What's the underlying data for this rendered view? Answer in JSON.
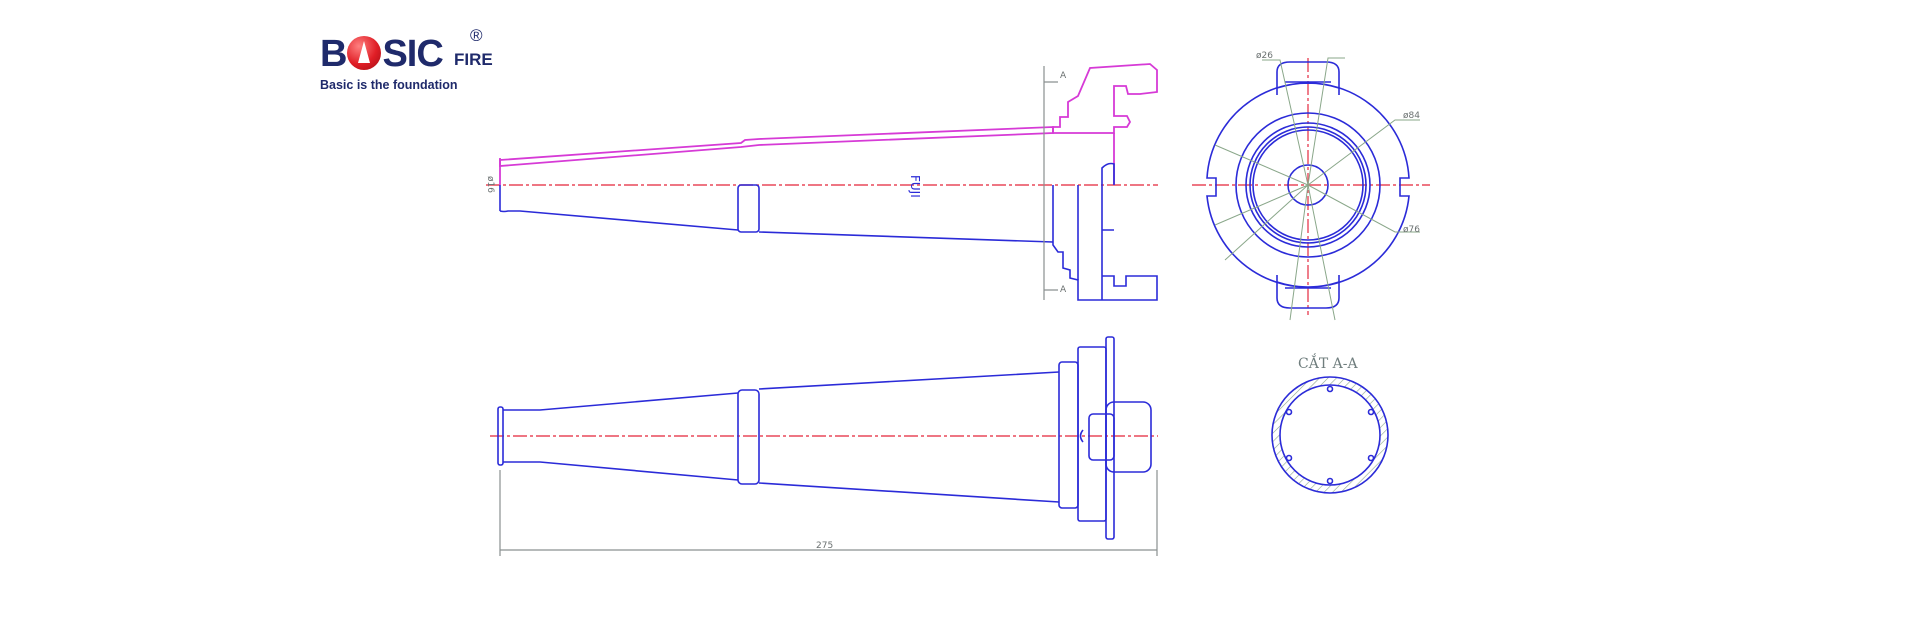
{
  "logo": {
    "brand_before": "B",
    "brand_after": "SIC",
    "brand_suffix": "FIRE",
    "registered": "®",
    "tagline": "Basic is the foundation"
  },
  "drawing": {
    "label_fuji": "FUJI",
    "label_inlet_dia": "ø16",
    "section_marker_top": "A",
    "section_marker_bottom": "A",
    "label_lug_dia": "ø26",
    "label_outer_dia": "ø84",
    "label_inner_dia": "ø76",
    "section_title": "CẮT A-A",
    "overall_length": "275"
  },
  "colors": {
    "outline": "#2b2bd8",
    "section": "#d63ad6",
    "centerline": "#e8485a",
    "brand": "#1f2a6b",
    "brand_accent": "#e01e26"
  }
}
